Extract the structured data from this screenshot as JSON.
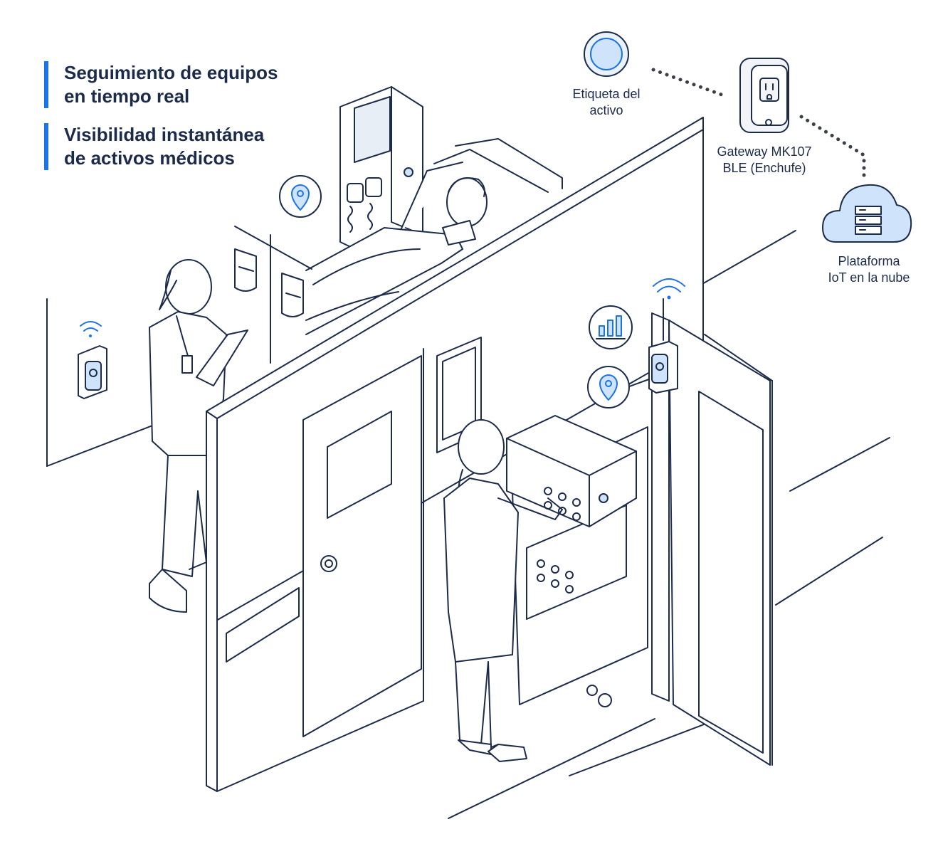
{
  "headlines": [
    {
      "line1": "Seguimiento de equipos",
      "line2": "en tiempo real"
    },
    {
      "line1": "Visibilidad instantánea",
      "line2": "de activos médicos"
    }
  ],
  "labels": {
    "asset_tag": {
      "line1": "Etiqueta del",
      "line2": "activo"
    },
    "gateway": {
      "line1": "Gateway MK107",
      "line2": "BLE (Enchufe)"
    },
    "cloud": {
      "line1": "Plataforma",
      "line2": "IoT en la nube"
    }
  },
  "colors": {
    "accent": "#1a73e8",
    "ink": "#1c2b4a",
    "tint": "#cfe3fb"
  },
  "icons": [
    "location-pin-icon",
    "bar-chart-icon",
    "wifi-icon",
    "server-icon",
    "asset-tag-icon",
    "smart-plug-icon",
    "cloud-icon"
  ]
}
